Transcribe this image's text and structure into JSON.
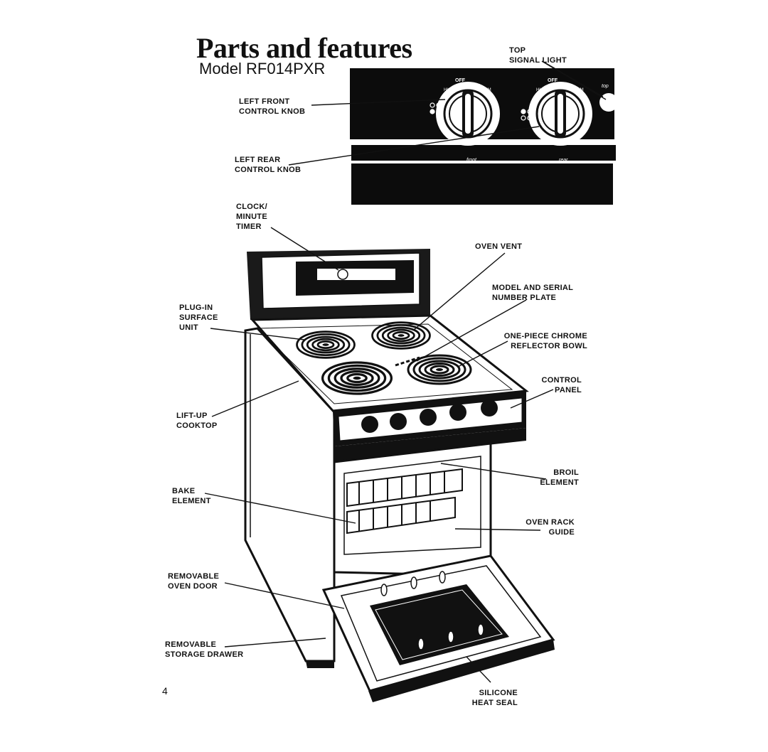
{
  "header": {
    "title": "Parts and features",
    "model": "Model RF014PXR"
  },
  "panel_inset": {
    "knob_marks": [
      "HI",
      "OFF",
      "SIM"
    ],
    "panel_labels": [
      "front",
      "rear"
    ],
    "signal_text": "top"
  },
  "labels": {
    "top_signal_light": [
      "TOP",
      "SIGNAL LIGHT"
    ],
    "left_front_knob": [
      "LEFT FRONT",
      "CONTROL KNOB"
    ],
    "left_rear_knob": [
      "LEFT REAR",
      "CONTROL KNOB"
    ],
    "clock_timer": [
      "CLOCK/",
      "MINUTE",
      "TIMER"
    ],
    "oven_vent": [
      "OVEN VENT"
    ],
    "model_serial_plate": [
      "MODEL AND SERIAL",
      "NUMBER PLATE"
    ],
    "plug_in_unit": [
      "PLUG-IN",
      "SURFACE",
      "UNIT"
    ],
    "reflector_bowl": [
      "ONE-PIECE CHROME",
      "REFLECTOR BOWL"
    ],
    "control_panel": [
      "CONTROL",
      "PANEL"
    ],
    "lift_up_cooktop": [
      "LIFT-UP",
      "COOKTOP"
    ],
    "broil_element": [
      "BROIL",
      "ELEMENT"
    ],
    "bake_element": [
      "BAKE",
      "ELEMENT"
    ],
    "oven_rack_guide": [
      "OVEN RACK",
      "GUIDE"
    ],
    "removable_oven_door": [
      "REMOVABLE",
      "OVEN DOOR"
    ],
    "removable_storage_drawer": [
      "REMOVABLE",
      "STORAGE DRAWER"
    ],
    "silicone_heat_seal": [
      "SILICONE",
      "HEAT SEAL"
    ]
  },
  "page_number": "4"
}
